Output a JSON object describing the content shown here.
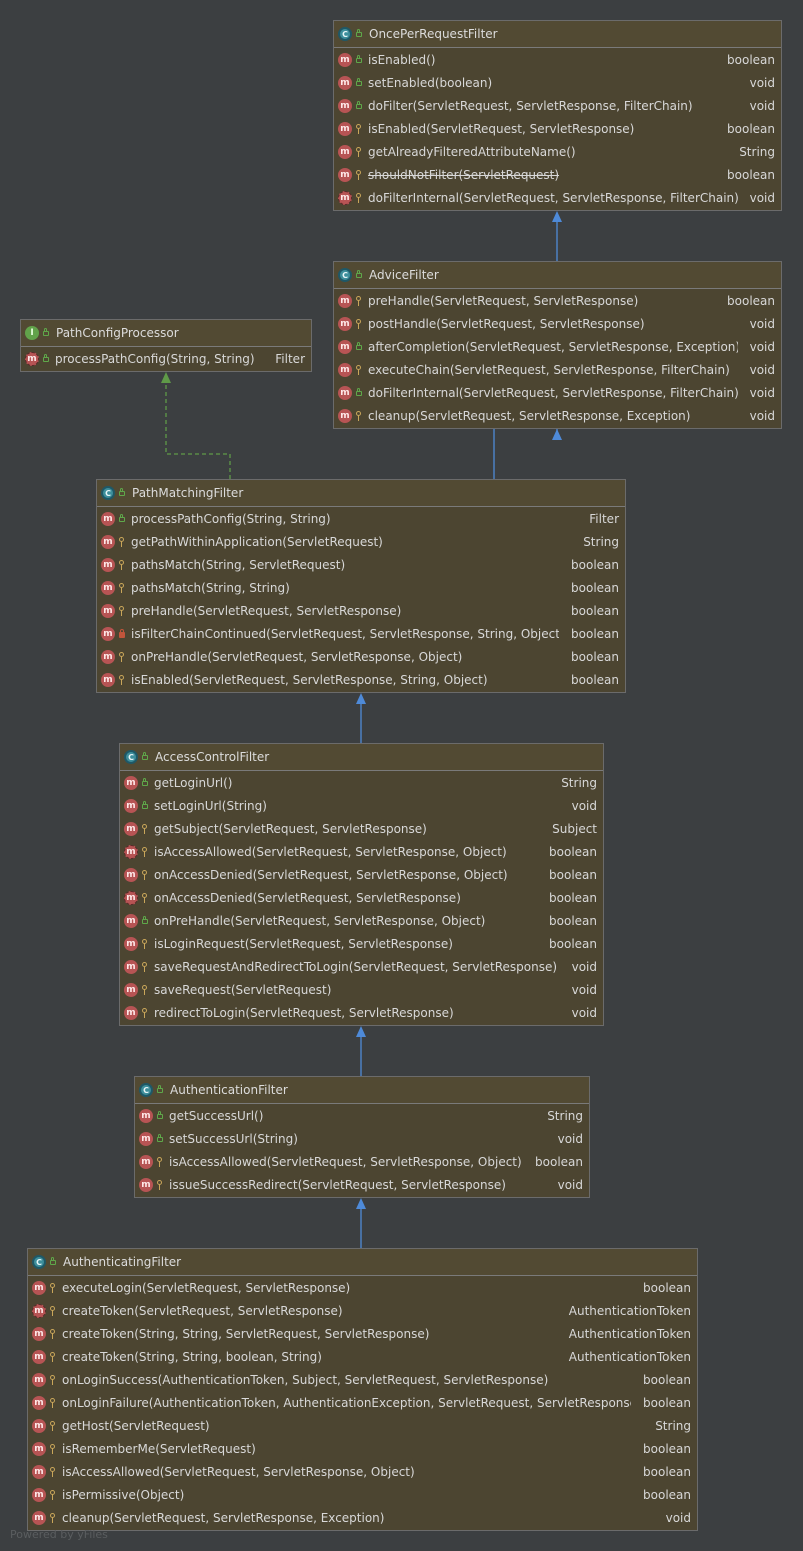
{
  "colors": {
    "background": "#3c3f41",
    "box_fill": "#4c4531",
    "inheritance_arrow": "#4e8ad8",
    "realization_arrow": "#5f9a48"
  },
  "classes": [
    {
      "id": "once",
      "name": "OncePerRequestFilter",
      "kind": "class",
      "methods": [
        {
          "name": "isEnabled()",
          "returns": "boolean",
          "visibility": "public",
          "kind": "method"
        },
        {
          "name": "setEnabled(boolean)",
          "returns": "void",
          "visibility": "public",
          "kind": "method"
        },
        {
          "name": "doFilter(ServletRequest, ServletResponse, FilterChain)",
          "returns": "void",
          "visibility": "public",
          "kind": "method"
        },
        {
          "name": "isEnabled(ServletRequest, ServletResponse)",
          "returns": "boolean",
          "visibility": "protected",
          "kind": "method"
        },
        {
          "name": "getAlreadyFilteredAttributeName()",
          "returns": "String",
          "visibility": "protected",
          "kind": "method"
        },
        {
          "name": "shouldNotFilter(ServletRequest)",
          "returns": "boolean",
          "visibility": "protected",
          "kind": "method",
          "deprecated": true
        },
        {
          "name": "doFilterInternal(ServletRequest, ServletResponse, FilterChain)",
          "returns": "void",
          "visibility": "protected",
          "kind": "abstract"
        }
      ]
    },
    {
      "id": "advice",
      "name": "AdviceFilter",
      "kind": "class",
      "methods": [
        {
          "name": "preHandle(ServletRequest, ServletResponse)",
          "returns": "boolean",
          "visibility": "protected",
          "kind": "method"
        },
        {
          "name": "postHandle(ServletRequest, ServletResponse)",
          "returns": "void",
          "visibility": "protected",
          "kind": "method"
        },
        {
          "name": "afterCompletion(ServletRequest, ServletResponse, Exception)",
          "returns": "void",
          "visibility": "public",
          "kind": "method"
        },
        {
          "name": "executeChain(ServletRequest, ServletResponse, FilterChain)",
          "returns": "void",
          "visibility": "protected",
          "kind": "method"
        },
        {
          "name": "doFilterInternal(ServletRequest, ServletResponse, FilterChain)",
          "returns": "void",
          "visibility": "public",
          "kind": "method"
        },
        {
          "name": "cleanup(ServletRequest, ServletResponse, Exception)",
          "returns": "void",
          "visibility": "protected",
          "kind": "method"
        }
      ]
    },
    {
      "id": "pathconfig",
      "name": "PathConfigProcessor",
      "kind": "interface",
      "methods": [
        {
          "name": "processPathConfig(String, String)",
          "returns": "Filter",
          "visibility": "public",
          "kind": "abstract"
        }
      ]
    },
    {
      "id": "pathmatching",
      "name": "PathMatchingFilter",
      "kind": "class",
      "methods": [
        {
          "name": "processPathConfig(String, String)",
          "returns": "Filter",
          "visibility": "public",
          "kind": "method"
        },
        {
          "name": "getPathWithinApplication(ServletRequest)",
          "returns": "String",
          "visibility": "protected",
          "kind": "method"
        },
        {
          "name": "pathsMatch(String, ServletRequest)",
          "returns": "boolean",
          "visibility": "protected",
          "kind": "method"
        },
        {
          "name": "pathsMatch(String, String)",
          "returns": "boolean",
          "visibility": "protected",
          "kind": "method"
        },
        {
          "name": "preHandle(ServletRequest, ServletResponse)",
          "returns": "boolean",
          "visibility": "protected",
          "kind": "method"
        },
        {
          "name": "isFilterChainContinued(ServletRequest, ServletResponse, String, Object)",
          "returns": "boolean",
          "visibility": "private",
          "kind": "method"
        },
        {
          "name": "onPreHandle(ServletRequest, ServletResponse, Object)",
          "returns": "boolean",
          "visibility": "protected",
          "kind": "method"
        },
        {
          "name": "isEnabled(ServletRequest, ServletResponse, String, Object)",
          "returns": "boolean",
          "visibility": "protected",
          "kind": "method"
        }
      ]
    },
    {
      "id": "accesscontrol",
      "name": "AccessControlFilter",
      "kind": "class",
      "methods": [
        {
          "name": "getLoginUrl()",
          "returns": "String",
          "visibility": "public",
          "kind": "method"
        },
        {
          "name": "setLoginUrl(String)",
          "returns": "void",
          "visibility": "public",
          "kind": "method"
        },
        {
          "name": "getSubject(ServletRequest, ServletResponse)",
          "returns": "Subject",
          "visibility": "protected",
          "kind": "method"
        },
        {
          "name": "isAccessAllowed(ServletRequest, ServletResponse, Object)",
          "returns": "boolean",
          "visibility": "protected",
          "kind": "abstract"
        },
        {
          "name": "onAccessDenied(ServletRequest, ServletResponse, Object)",
          "returns": "boolean",
          "visibility": "protected",
          "kind": "method"
        },
        {
          "name": "onAccessDenied(ServletRequest, ServletResponse)",
          "returns": "boolean",
          "visibility": "protected",
          "kind": "abstract"
        },
        {
          "name": "onPreHandle(ServletRequest, ServletResponse, Object)",
          "returns": "boolean",
          "visibility": "public",
          "kind": "method"
        },
        {
          "name": "isLoginRequest(ServletRequest, ServletResponse)",
          "returns": "boolean",
          "visibility": "protected",
          "kind": "method"
        },
        {
          "name": "saveRequestAndRedirectToLogin(ServletRequest, ServletResponse)",
          "returns": "void",
          "visibility": "protected",
          "kind": "method"
        },
        {
          "name": "saveRequest(ServletRequest)",
          "returns": "void",
          "visibility": "protected",
          "kind": "method"
        },
        {
          "name": "redirectToLogin(ServletRequest, ServletResponse)",
          "returns": "void",
          "visibility": "protected",
          "kind": "method"
        }
      ]
    },
    {
      "id": "authentication",
      "name": "AuthenticationFilter",
      "kind": "class",
      "methods": [
        {
          "name": "getSuccessUrl()",
          "returns": "String",
          "visibility": "public",
          "kind": "method"
        },
        {
          "name": "setSuccessUrl(String)",
          "returns": "void",
          "visibility": "public",
          "kind": "method"
        },
        {
          "name": "isAccessAllowed(ServletRequest, ServletResponse, Object)",
          "returns": "boolean",
          "visibility": "protected",
          "kind": "method"
        },
        {
          "name": "issueSuccessRedirect(ServletRequest, ServletResponse)",
          "returns": "void",
          "visibility": "protected",
          "kind": "method"
        }
      ]
    },
    {
      "id": "authenticating",
      "name": "AuthenticatingFilter",
      "kind": "class",
      "methods": [
        {
          "name": "executeLogin(ServletRequest, ServletResponse)",
          "returns": "boolean",
          "visibility": "protected",
          "kind": "method"
        },
        {
          "name": "createToken(ServletRequest, ServletResponse)",
          "returns": "AuthenticationToken",
          "visibility": "protected",
          "kind": "abstract"
        },
        {
          "name": "createToken(String, String, ServletRequest, ServletResponse)",
          "returns": "AuthenticationToken",
          "visibility": "protected",
          "kind": "method"
        },
        {
          "name": "createToken(String, String, boolean, String)",
          "returns": "AuthenticationToken",
          "visibility": "protected",
          "kind": "method"
        },
        {
          "name": "onLoginSuccess(AuthenticationToken, Subject, ServletRequest, ServletResponse)",
          "returns": "boolean",
          "visibility": "protected",
          "kind": "method"
        },
        {
          "name": "onLoginFailure(AuthenticationToken, AuthenticationException, ServletRequest, ServletResponse)",
          "returns": "boolean",
          "visibility": "protected",
          "kind": "method"
        },
        {
          "name": "getHost(ServletRequest)",
          "returns": "String",
          "visibility": "protected",
          "kind": "method"
        },
        {
          "name": "isRememberMe(ServletRequest)",
          "returns": "boolean",
          "visibility": "protected",
          "kind": "method"
        },
        {
          "name": "isAccessAllowed(ServletRequest, ServletResponse, Object)",
          "returns": "boolean",
          "visibility": "protected",
          "kind": "method"
        },
        {
          "name": "isPermissive(Object)",
          "returns": "boolean",
          "visibility": "protected",
          "kind": "method"
        },
        {
          "name": "cleanup(ServletRequest, ServletResponse, Exception)",
          "returns": "void",
          "visibility": "protected",
          "kind": "method"
        }
      ]
    }
  ],
  "relations": [
    {
      "from": "advice",
      "to": "once",
      "type": "extends"
    },
    {
      "from": "pathmatching",
      "to": "advice",
      "type": "extends"
    },
    {
      "from": "pathmatching",
      "to": "pathconfig",
      "type": "implements"
    },
    {
      "from": "accesscontrol",
      "to": "pathmatching",
      "type": "extends"
    },
    {
      "from": "authentication",
      "to": "accesscontrol",
      "type": "extends"
    },
    {
      "from": "authenticating",
      "to": "authentication",
      "type": "extends"
    }
  ],
  "kind_letters": {
    "class": "C",
    "interface": "I",
    "method": "m",
    "abstract": "m"
  },
  "watermark": "Powered by yFiles"
}
